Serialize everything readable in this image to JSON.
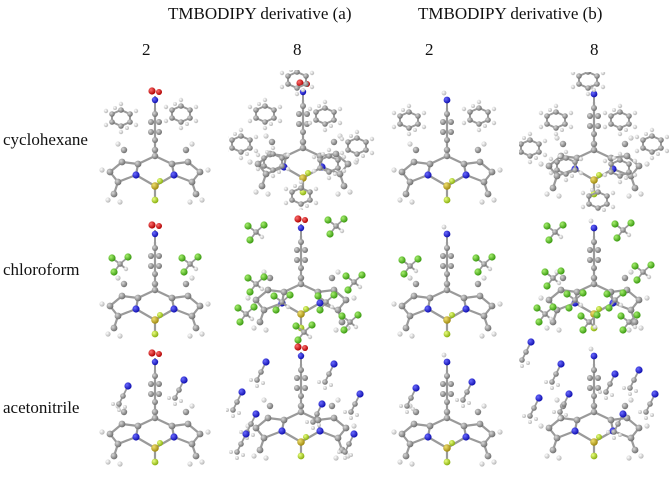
{
  "figure": {
    "column_groups": [
      {
        "label": "TMBODIPY derivative (a)"
      },
      {
        "label": "TMBODIPY derivative (b)"
      }
    ],
    "column_counts": [
      "2",
      "8",
      "2",
      "8"
    ],
    "rows": [
      {
        "label": "cyclohexane"
      },
      {
        "label": "chloroform"
      },
      {
        "label": "acetonitrile"
      }
    ],
    "atom_colors": {
      "carbon": "#8c8c8c",
      "hydrogen": "#e6e6e6",
      "nitrogen": "#1a1adc",
      "oxygen": "#e01010",
      "boron": "#c8b41e",
      "fluorine": "#b4e01e",
      "chlorine": "#5ac81e"
    }
  }
}
